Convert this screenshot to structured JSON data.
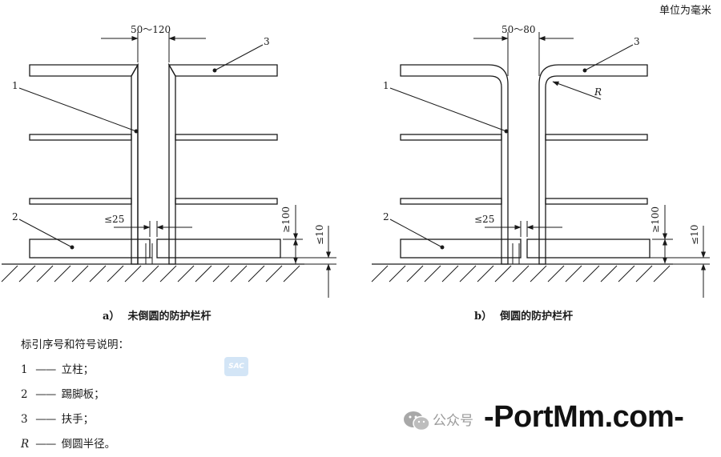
{
  "unit_note": "单位为毫米",
  "figure_a": {
    "dim_gap": "50～120",
    "dim_toe_gap": "≤25",
    "dim_height": "≥100",
    "dim_ground": "≤10",
    "label_post": "1",
    "label_toeboard": "2",
    "label_handrail": "3",
    "caption_tag": "a）",
    "caption_text": "未倒圆的防护栏杆"
  },
  "figure_b": {
    "dim_gap": "50～80",
    "dim_toe_gap": "≤25",
    "dim_height": "≥100",
    "dim_ground": "≤10",
    "label_post": "1",
    "label_toeboard": "2",
    "label_handrail": "3",
    "label_radius": "R",
    "caption_tag": "b）",
    "caption_text": "倒圆的防护栏杆"
  },
  "legend": {
    "title": "标引序号和符号说明：",
    "items": [
      {
        "key": "1",
        "dash": "——",
        "text": "立柱；"
      },
      {
        "key": "2",
        "dash": "——",
        "text": "踢脚板；"
      },
      {
        "key": "3",
        "dash": "——",
        "text": "扶手；"
      },
      {
        "key": "R",
        "dash": "——",
        "text": "倒圆半径。"
      }
    ]
  },
  "watermark": {
    "sac_logo": "SAC",
    "account": "公众号",
    "site": "-PortMm.com-",
    "wechat_icon": "wechat-icon"
  },
  "colors": {
    "line": "#1a1a1a",
    "watermark_gray": "#9a9a9a",
    "logo_blue": "#cfe3f6"
  }
}
